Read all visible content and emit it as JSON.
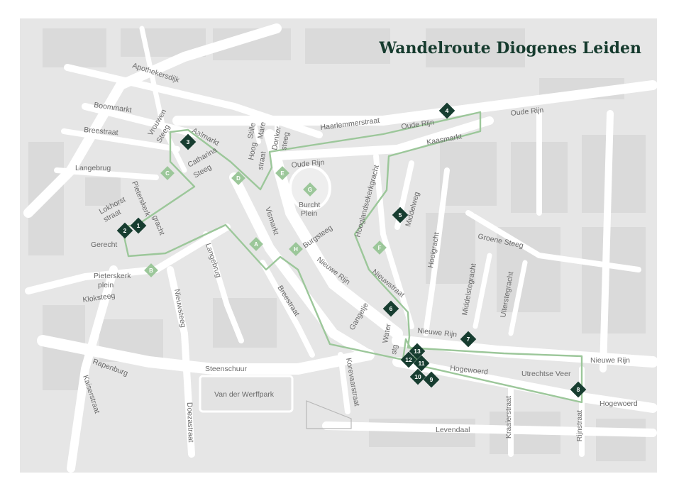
{
  "title": "Wandelroute Diogenes Leiden",
  "colors": {
    "route": "#9cc79a",
    "stop_marker": "#173d30",
    "poi_marker": "#9cc79a",
    "background": "#e6e6e6",
    "street": "#ffffff",
    "title": "#163b2e",
    "street_label": "#6a6a6a"
  },
  "streets": {
    "apothekersdijk": "Apothekersdijk",
    "boommarkt": "Boommarkt",
    "breestraat_nw": "Breestraat",
    "langebrug_nw": "Langebrug",
    "lokhorst_1": "Lokhorst",
    "lokhorst_2": "straat",
    "pieterskerk_gracht_1": "Pieterskerk",
    "pieterskerk_gracht_2": "gracht",
    "gerecht": "Gerecht",
    "pieterskerk_plein_1": "Pieterskerk",
    "pieterskerk_plein_2": "plein",
    "kloksteeg": "Kloksteeg",
    "rapenburg": "Rapenburg",
    "kaiserstraat": "Kaiserstraat",
    "doezastraat": "Doezastraat",
    "steenschuur": "Steenschuur",
    "van_der_werffpark": "Van der Werffpark",
    "nieuwsteeg": "Nieuwsteeg",
    "langebrug_s": "Langebrug",
    "breestraat_s": "Breestraat",
    "vrouwen_steeg_1": "Vrouwen",
    "vrouwen_steeg_2": "Steeg",
    "aalmarkt": "Aalmarkt",
    "catharina_steeg_1": "Catharina",
    "catharina_steeg_2": "Steeg",
    "stille_mare_1": "Stille",
    "stille_mare_2": "Mare",
    "hoogstraat_1": "Hoog",
    "hoogstraat_2": "straat",
    "donker_steeg_1": "Donker",
    "donker_steeg_2": "steeg",
    "haarlemmerstraat": "Haarlemmerstraat",
    "oude_rijn_1": "Oude Rijn",
    "oude_rijn_2": "Oude Rijn",
    "oude_rijn_3": "Oude Rijn",
    "kaasmarkt": "Kaasmarkt",
    "vismarkt": "Vismarkt",
    "burcht_plein_1": "Burcht",
    "burcht_plein_2": "Plein",
    "burgsteeg": "Burgsteeg",
    "nieuwe_rijn_w": "Nieuwe Rijn",
    "hooglandsekerkgracht": "Hooglandsekerkgracht",
    "middelweg": "Middelweg",
    "hooigracht": "Hooigracht",
    "groene_steeg": "Groene Steeg",
    "nieuwstraat": "Nieuwstraat",
    "middelstegracht": "Middelstegracht",
    "uiterstegracht": "Uiterstegracht",
    "nieuwe_rijn_mid": "Nieuwe Rijn",
    "nieuwe_rijn_e": "Nieuwe Rijn",
    "gangetje": "Gangetje",
    "waterstg_1": "Water",
    "waterstg_2": "stg",
    "hogewoerd_w": "Hogewoerd",
    "utrechtse_veer": "Utrechtse Veer",
    "hogewoerd_e": "Hogewoerd",
    "korevaarstraat": "Korevaarstraat",
    "kraaierstraat": "Kraaierstraat",
    "rijnstraat": "Rijnstraat",
    "levendaal": "Levendaal"
  },
  "stops": [
    {
      "label": "1"
    },
    {
      "label": "2"
    },
    {
      "label": "3"
    },
    {
      "label": "4"
    },
    {
      "label": "5"
    },
    {
      "label": "6"
    },
    {
      "label": "7"
    },
    {
      "label": "8"
    },
    {
      "label": "9"
    },
    {
      "label": "10"
    },
    {
      "label": "11"
    },
    {
      "label": "12"
    },
    {
      "label": "13"
    }
  ],
  "points_of_interest": [
    {
      "label": "A"
    },
    {
      "label": "B"
    },
    {
      "label": "C"
    },
    {
      "label": "D"
    },
    {
      "label": "E"
    },
    {
      "label": "F"
    },
    {
      "label": "G"
    },
    {
      "label": "H"
    }
  ]
}
